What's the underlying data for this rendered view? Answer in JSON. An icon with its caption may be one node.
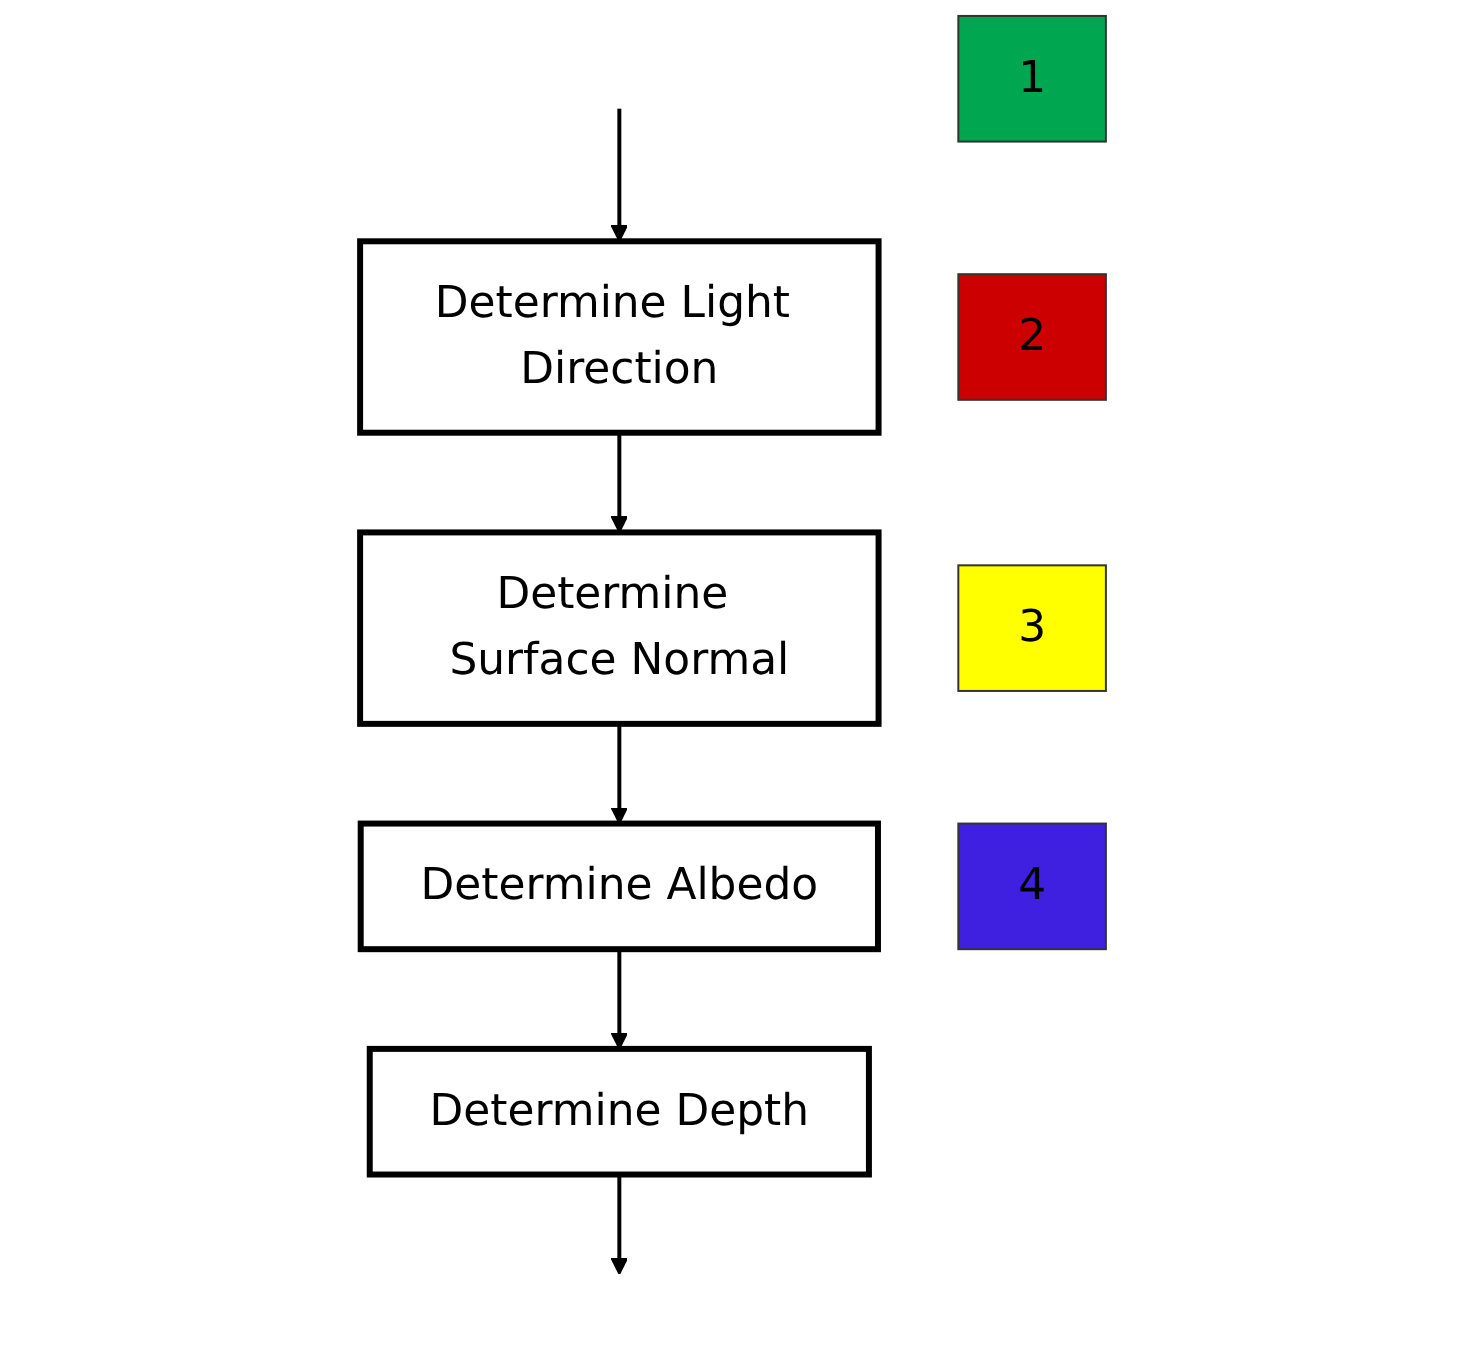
{
  "diagram": {
    "nodes": [
      {
        "text": [
          "Determine Light Direction"
        ]
      },
      {
        "text": [
          "Determine Surface Normal"
        ]
      },
      {
        "text": [
          "Determine Albedo"
        ]
      },
      {
        "text": [
          "Determine Depth"
        ]
      },
      {
        "text": [
          "1"
        ]
      },
      {
        "text": [
          "2"
        ]
      },
      {
        "text": [
          "3"
        ]
      },
      {
        "text": [
          "4"
        ]
      }
    ],
    "edges": [
      {
        "from": null,
        "to": 0,
        "arrow": "to"
      },
      {
        "from": 0,
        "to": 1,
        "arrow": "to"
      },
      {
        "from": 1,
        "to": 2,
        "arrow": "to"
      },
      {
        "from": 2,
        "to": 3,
        "arrow": "to"
      },
      {
        "from": 3,
        "to": null,
        "arrow": "to"
      }
    ]
  }
}
